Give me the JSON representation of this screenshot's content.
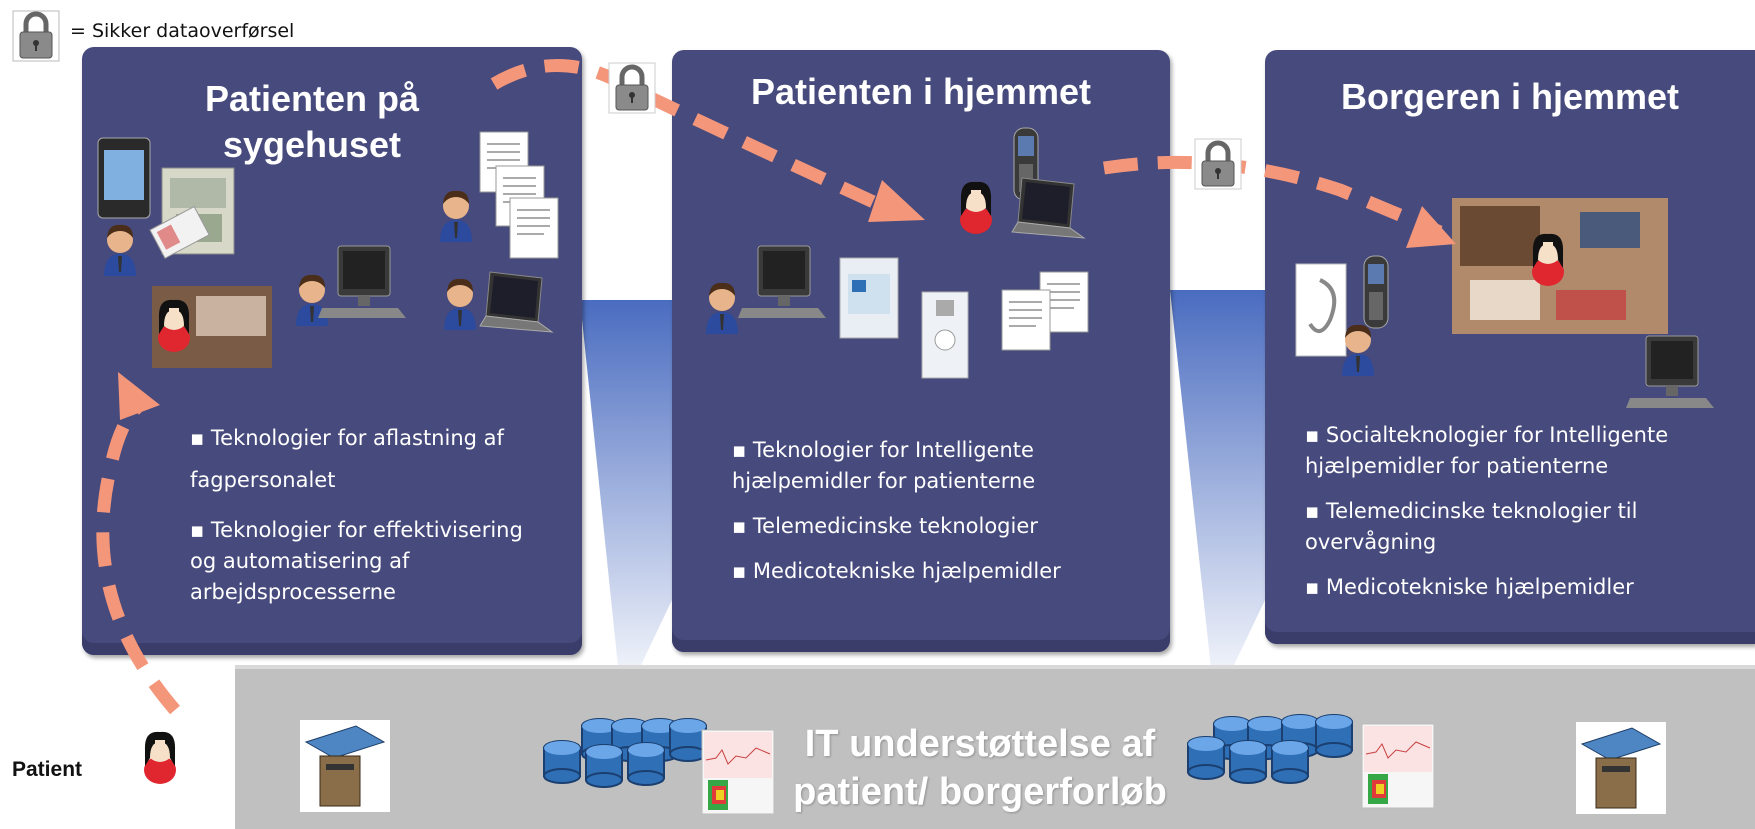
{
  "legend": {
    "text": "= Sikker dataoverførsel",
    "icon": "lock-icon"
  },
  "panels": [
    {
      "title_line1": "Patienten på",
      "title_line2": "sygehuset",
      "bullets": [
        "▪ Teknologier for aflastning af fagpersonalet",
        "▪ Teknologier for effektivisering og automatisering af arbejdsprocesserne"
      ]
    },
    {
      "title_line1": "Patienten i hjemmet",
      "bullets": [
        "▪ Teknologier for Intelligente hjælpemidler for patienterne",
        "▪ Telemedicinske teknologier",
        "▪ Medicotekniske hjælpemidler"
      ]
    },
    {
      "title_line1": "Borgeren i hjemmet",
      "bullets": [
        "▪ Socialteknologier for Intelligente hjælpemidler for patienterne",
        "▪ Telemedicinske teknologier til overvågning",
        "▪ Medicotekniske hjælpemidler"
      ]
    }
  ],
  "it_support": {
    "line1": "IT understøttelse af",
    "line2": "patient/ borgerforløb"
  },
  "patient_label": "Patient",
  "colors": {
    "panel": "#474a7c",
    "arrow": "#f4967a",
    "it_bar": "#c0c0c0",
    "beam": "#4a6cc0"
  }
}
